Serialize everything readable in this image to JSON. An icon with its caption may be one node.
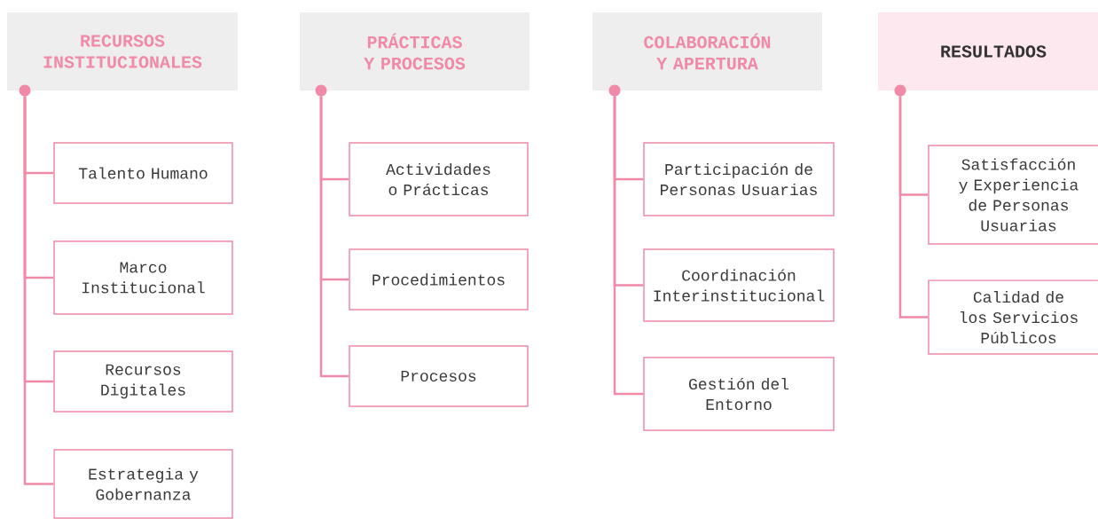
{
  "diagram": {
    "nodes": [
      {
        "text": [
          "RECURSOS INSTITUCIONALES"
        ]
      },
      {
        "text": [
          "Talento Humano"
        ]
      },
      {
        "text": [
          "Marco Institucional"
        ]
      },
      {
        "text": [
          "Recursos Digitales"
        ]
      },
      {
        "text": [
          "Estrategia y Gobernanza"
        ]
      },
      {
        "text": [
          "PRÁCTICAS Y PROCESOS"
        ]
      },
      {
        "text": [
          "Actividades o Prácticas"
        ]
      },
      {
        "text": [
          "Procedimientos"
        ]
      },
      {
        "text": [
          "Procesos"
        ]
      },
      {
        "text": [
          "COLABORACIÓN Y APERTURA"
        ]
      },
      {
        "text": [
          "Participación de Personas Usuarias"
        ]
      },
      {
        "text": [
          "Coordinación Interinstitucional"
        ]
      },
      {
        "text": [
          "Gestión del Entorno"
        ]
      },
      {
        "text": [
          "RESULTADOS"
        ]
      },
      {
        "text": [
          "Satisfacción y Experiencia de Personas Usuarias"
        ]
      },
      {
        "text": [
          "Calidad de los Servicios Públicos"
        ]
      }
    ],
    "edges": [
      {
        "from": 0,
        "to": 1,
        "arrow": "none"
      },
      {
        "from": 0,
        "to": 2,
        "arrow": "none"
      },
      {
        "from": 0,
        "to": 3,
        "arrow": "none"
      },
      {
        "from": 0,
        "to": 4,
        "arrow": "none"
      },
      {
        "from": 5,
        "to": 6,
        "arrow": "none"
      },
      {
        "from": 5,
        "to": 7,
        "arrow": "none"
      },
      {
        "from": 5,
        "to": 8,
        "arrow": "none"
      },
      {
        "from": 9,
        "to": 10,
        "arrow": "none"
      },
      {
        "from": 9,
        "to": 11,
        "arrow": "none"
      },
      {
        "from": 9,
        "to": 12,
        "arrow": "none"
      },
      {
        "from": 13,
        "to": 14,
        "arrow": "none"
      },
      {
        "from": 13,
        "to": 15,
        "arrow": "none"
      }
    ]
  }
}
